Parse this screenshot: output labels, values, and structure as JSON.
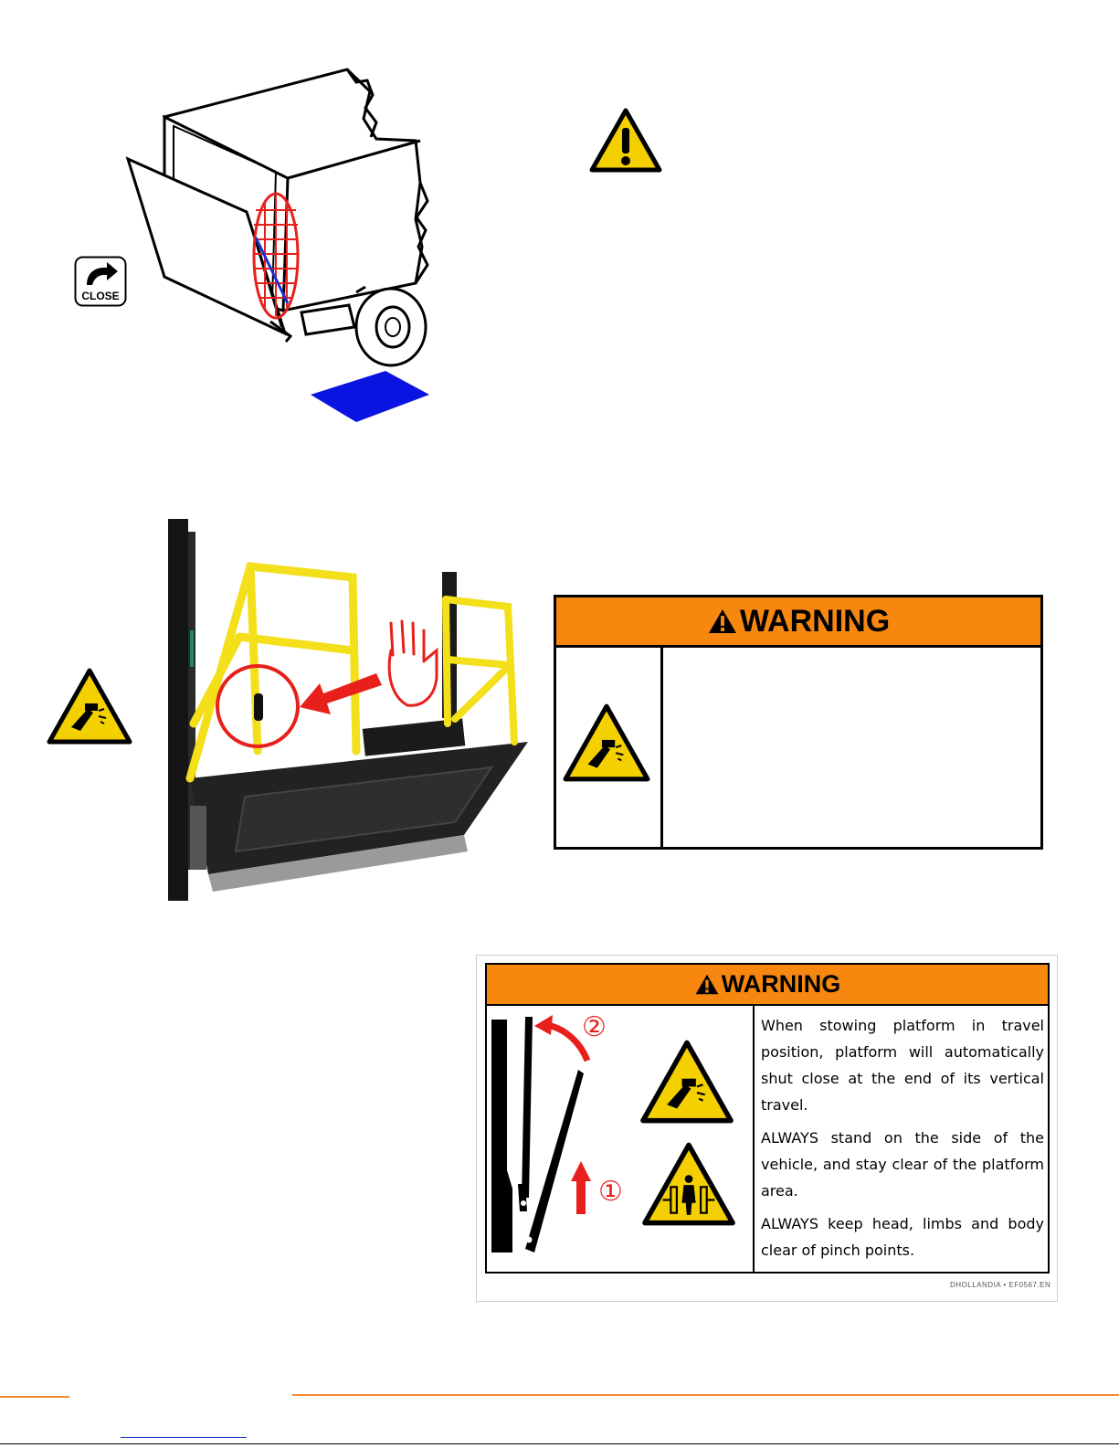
{
  "close_icon": {
    "label": "CLOSE",
    "icon": "curved-arrow-icon"
  },
  "warning_box_top": {
    "title": "WARNING",
    "icon": "hand-crush-hazard-icon"
  },
  "warning_sticker": {
    "title": "WARNING",
    "step_labels": [
      "②",
      "①"
    ],
    "paragraphs": [
      "When stowing platform in travel position, platform will automatically shut close at the end of its vertical travel.",
      "ALWAYS stand on the side of the vehicle, and stay clear of the platform area.",
      "ALWAYS keep head, limbs and body clear of pinch points."
    ],
    "code": "DHOLLANDIA  •  EF0567.EN"
  },
  "colors": {
    "warning_orange": "#f7870f",
    "hazard_yellow": "#f5d000",
    "highlight_red": "#e8201c",
    "ground_blue": "#0a14e0",
    "rail_yellow": "#f3df1a"
  }
}
